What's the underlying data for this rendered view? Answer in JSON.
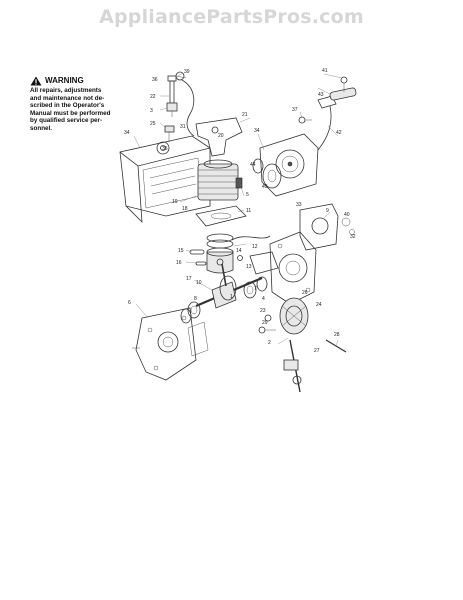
{
  "header": {
    "site_name": "AppliancePartsPros.com"
  },
  "warning": {
    "title": "WARNING",
    "lines": [
      "All repairs, adjustments",
      "and maintenance not de-",
      "scribed in the Operator's",
      "Manual must be performed",
      "by qualified service per-",
      "sonnel."
    ]
  },
  "diagram": {
    "callouts": [
      "39",
      "36",
      "22",
      "3",
      "25",
      "31",
      "35",
      "34",
      "21",
      "43",
      "41",
      "42",
      "20",
      "37",
      "44",
      "45",
      "34",
      "19",
      "33",
      "9",
      "5",
      "40",
      "32",
      "11",
      "15",
      "14",
      "17",
      "16",
      "12",
      "10",
      "13",
      "8",
      "6",
      "24",
      "26",
      "23",
      "29",
      "2",
      "28",
      "27",
      "7",
      "1",
      "18",
      "4"
    ]
  }
}
